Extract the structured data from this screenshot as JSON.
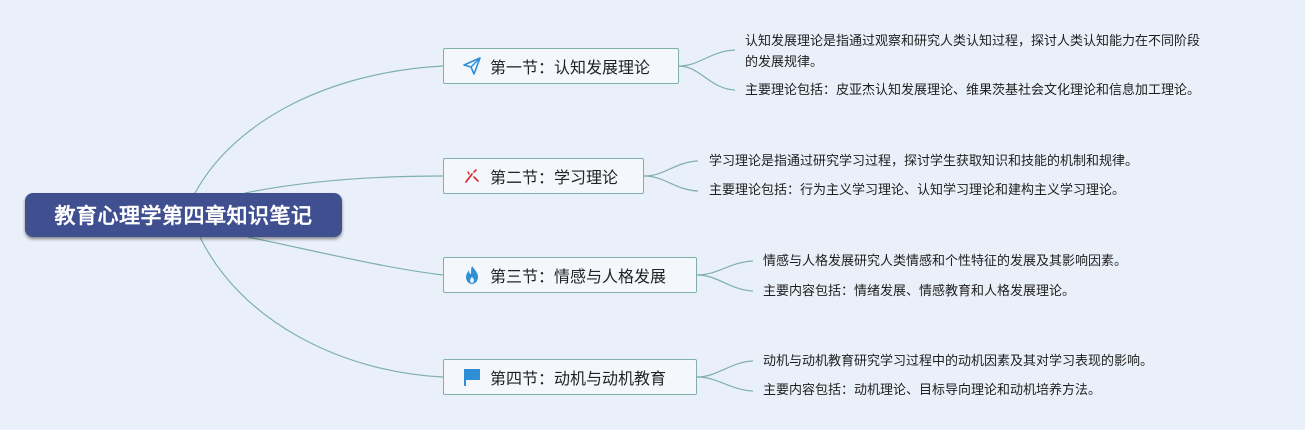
{
  "root": {
    "title": "教育心理学第四章知识笔记"
  },
  "branches": [
    {
      "title": "第一节：认知发展理论",
      "icon": "paper-plane-icon",
      "notes": [
        "认知发展理论是指通过观察和研究人类认知过程，探讨人类认知能力在不同阶段",
        "的发展规律。",
        "主要理论包括：皮亚杰认知发展理论、维果茨基社会文化理论和信息加工理论。"
      ]
    },
    {
      "title": "第二节：学习理论",
      "icon": "sparkle-icon",
      "notes": [
        "学习理论是指通过研究学习过程，探讨学生获取知识和技能的机制和规律。",
        "主要理论包括：行为主义学习理论、认知学习理论和建构主义学习理论。"
      ]
    },
    {
      "title": "第三节：情感与人格发展",
      "icon": "flame-icon",
      "notes": [
        "情感与人格发展研究人类情感和个性特征的发展及其影响因素。",
        "主要内容包括：情绪发展、情感教育和人格发展理论。"
      ]
    },
    {
      "title": "第四节：动机与动机教育",
      "icon": "flag-icon",
      "notes": [
        "动机与动机教育研究学习过程中的动机因素及其对学习表现的影响。",
        "主要内容包括：动机理论、目标导向理论和动机培养方法。"
      ]
    }
  ],
  "colors": {
    "root_fill": "#3f4f8f",
    "branch_border": "#7fb0ad",
    "link": "#7fb0ad",
    "icon": "#2f8fd6"
  }
}
